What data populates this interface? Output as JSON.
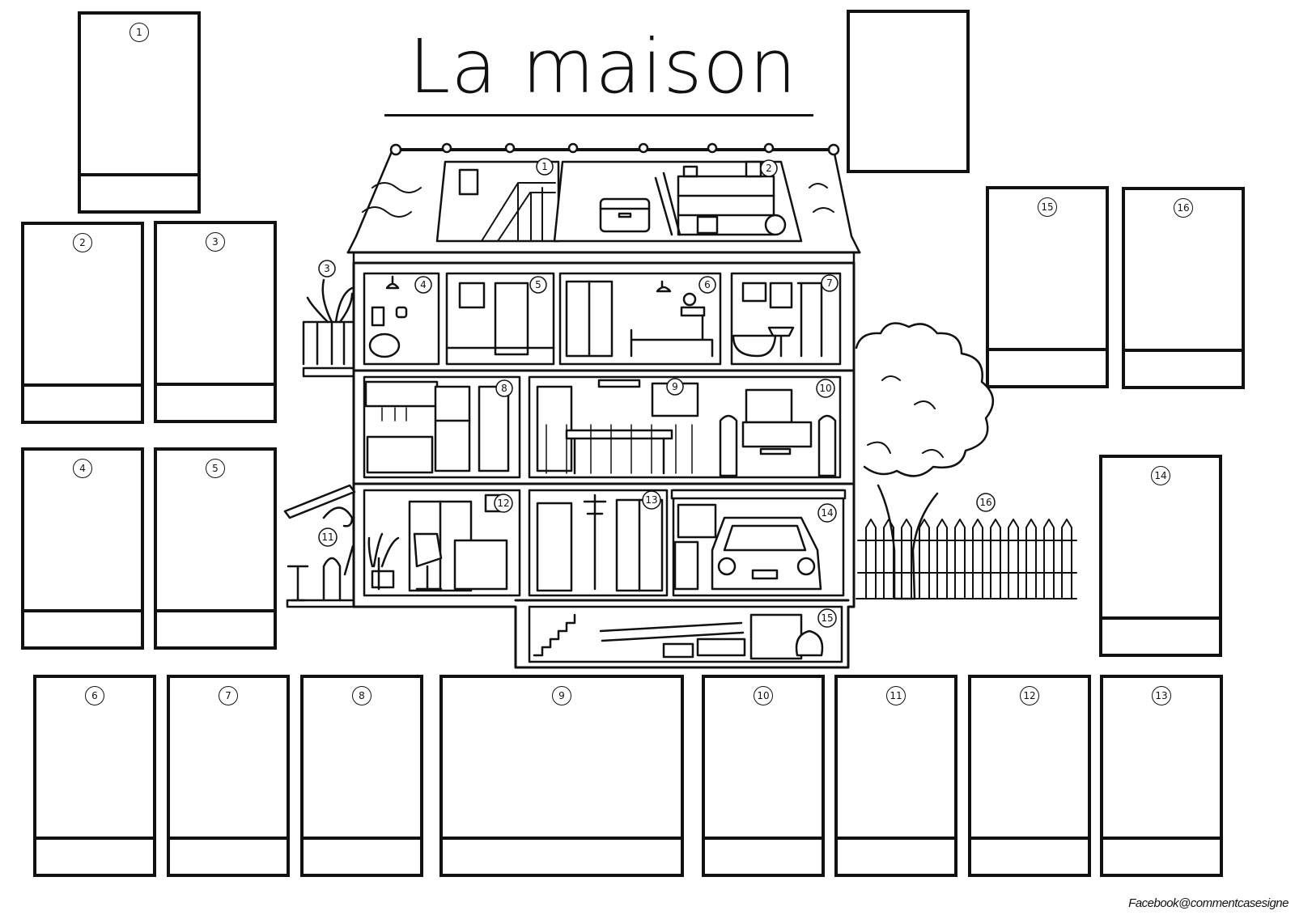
{
  "title": "La maison",
  "credit": "Facebook@commentcasesigne",
  "cards": [
    {
      "id": "1",
      "label": "1"
    },
    {
      "id": "2",
      "label": "2"
    },
    {
      "id": "3",
      "label": "3"
    },
    {
      "id": "4",
      "label": "4"
    },
    {
      "id": "5",
      "label": "5"
    },
    {
      "id": "6",
      "label": "6"
    },
    {
      "id": "7",
      "label": "7"
    },
    {
      "id": "8",
      "label": "8"
    },
    {
      "id": "9",
      "label": "9"
    },
    {
      "id": "10",
      "label": "10"
    },
    {
      "id": "11",
      "label": "11"
    },
    {
      "id": "12",
      "label": "12"
    },
    {
      "id": "13",
      "label": "13"
    },
    {
      "id": "14",
      "label": "14"
    },
    {
      "id": "15",
      "label": "15"
    },
    {
      "id": "16",
      "label": "16"
    }
  ],
  "house_labels": [
    "1",
    "2",
    "3",
    "4",
    "5",
    "6",
    "7",
    "8",
    "9",
    "10",
    "11",
    "12",
    "13",
    "14",
    "15",
    "16"
  ]
}
